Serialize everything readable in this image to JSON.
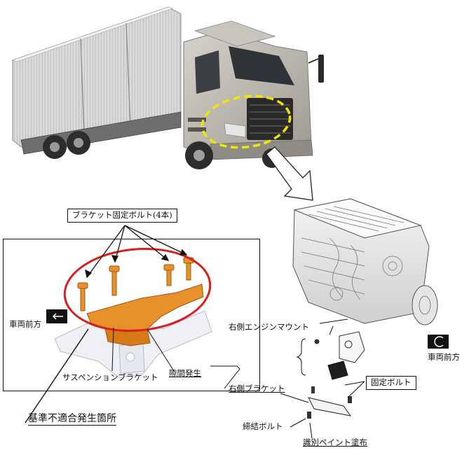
{
  "labels": {
    "bracket_bolts": "ブラケット固定ボルト(4本)",
    "vehicle_front_left": "車両前方",
    "suspension_bracket": "サスペンションブラケット",
    "gap_occurs": "隙間発生",
    "nonconformity_location": "基準不適合発生箇所",
    "right_engine_mount": "右側エンジンマウント",
    "vehicle_front_right": "車両前方",
    "right_bracket": "右側ブラケット",
    "fixing_bolt": "固定ボルト",
    "fastening_bolt": "締結ボルト",
    "id_paint": "識別ペイント塗布"
  },
  "colors": {
    "highlight_red": "#d81e1e",
    "highlight_yellow": "#f2e600",
    "bolt_orange": "#e8902a",
    "cab_silver": "#b9b6ae"
  }
}
